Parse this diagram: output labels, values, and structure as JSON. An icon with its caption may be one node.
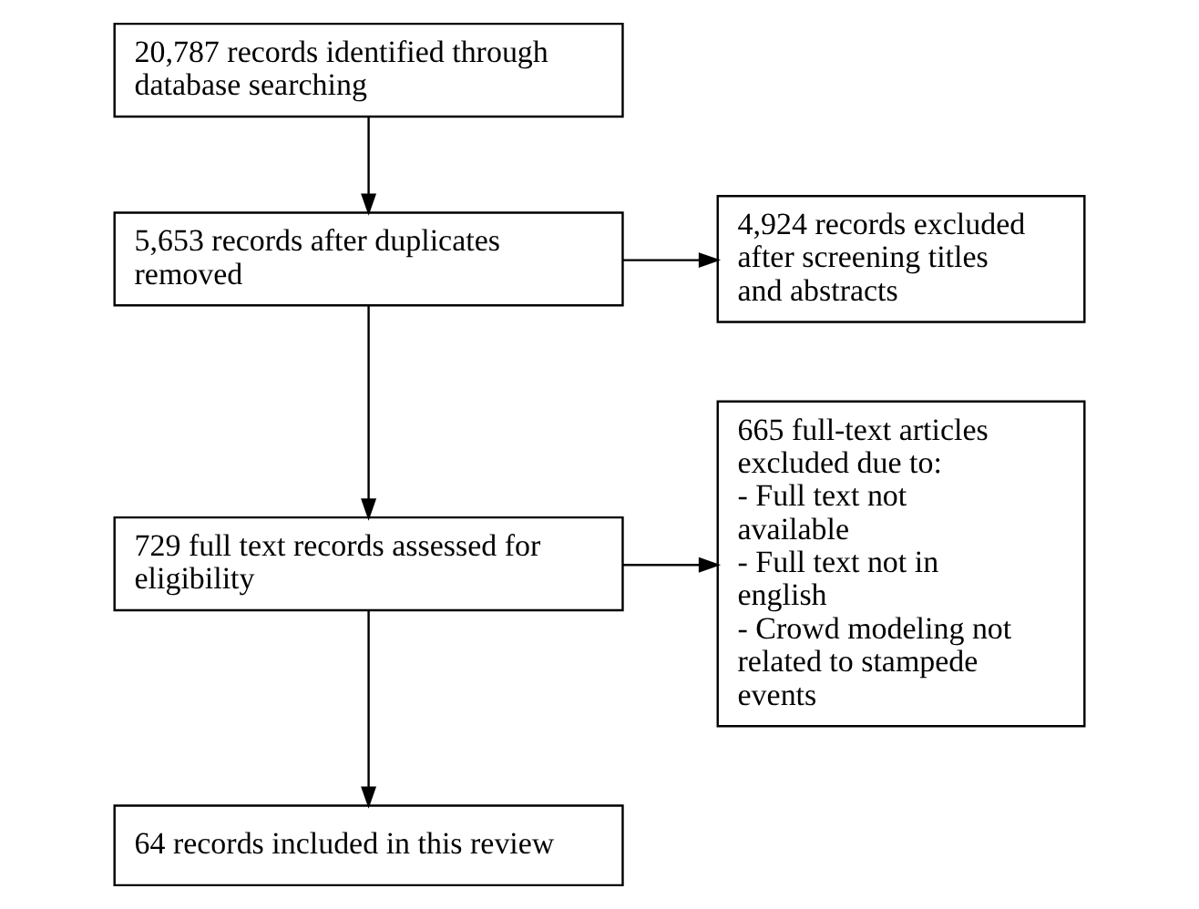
{
  "diagram": {
    "nodes": [
      {
        "text": [
          "20,787 records identified through database searching"
        ]
      },
      {
        "text": [
          "5,653 records after duplicates removed"
        ]
      },
      {
        "text": [
          "4,924 records excluded after screening titles and abstracts"
        ]
      },
      {
        "text": [
          "729 full text records assessed for eligibility"
        ]
      },
      {
        "text": [
          "665 full-text articles excluded due to:",
          "- Full text not available",
          "- Full text not in english",
          "- Crowd modeling not related to stampede events"
        ]
      },
      {
        "text": [
          "64 records included in this review"
        ]
      }
    ],
    "edges": [
      {
        "from": 0,
        "to": 1,
        "arrow": "to"
      },
      {
        "from": 1,
        "to": 2,
        "arrow": "to"
      },
      {
        "from": 1,
        "to": 3,
        "arrow": "to"
      },
      {
        "from": 3,
        "to": 4,
        "arrow": "to"
      },
      {
        "from": 3,
        "to": 5,
        "arrow": "to"
      }
    ]
  }
}
